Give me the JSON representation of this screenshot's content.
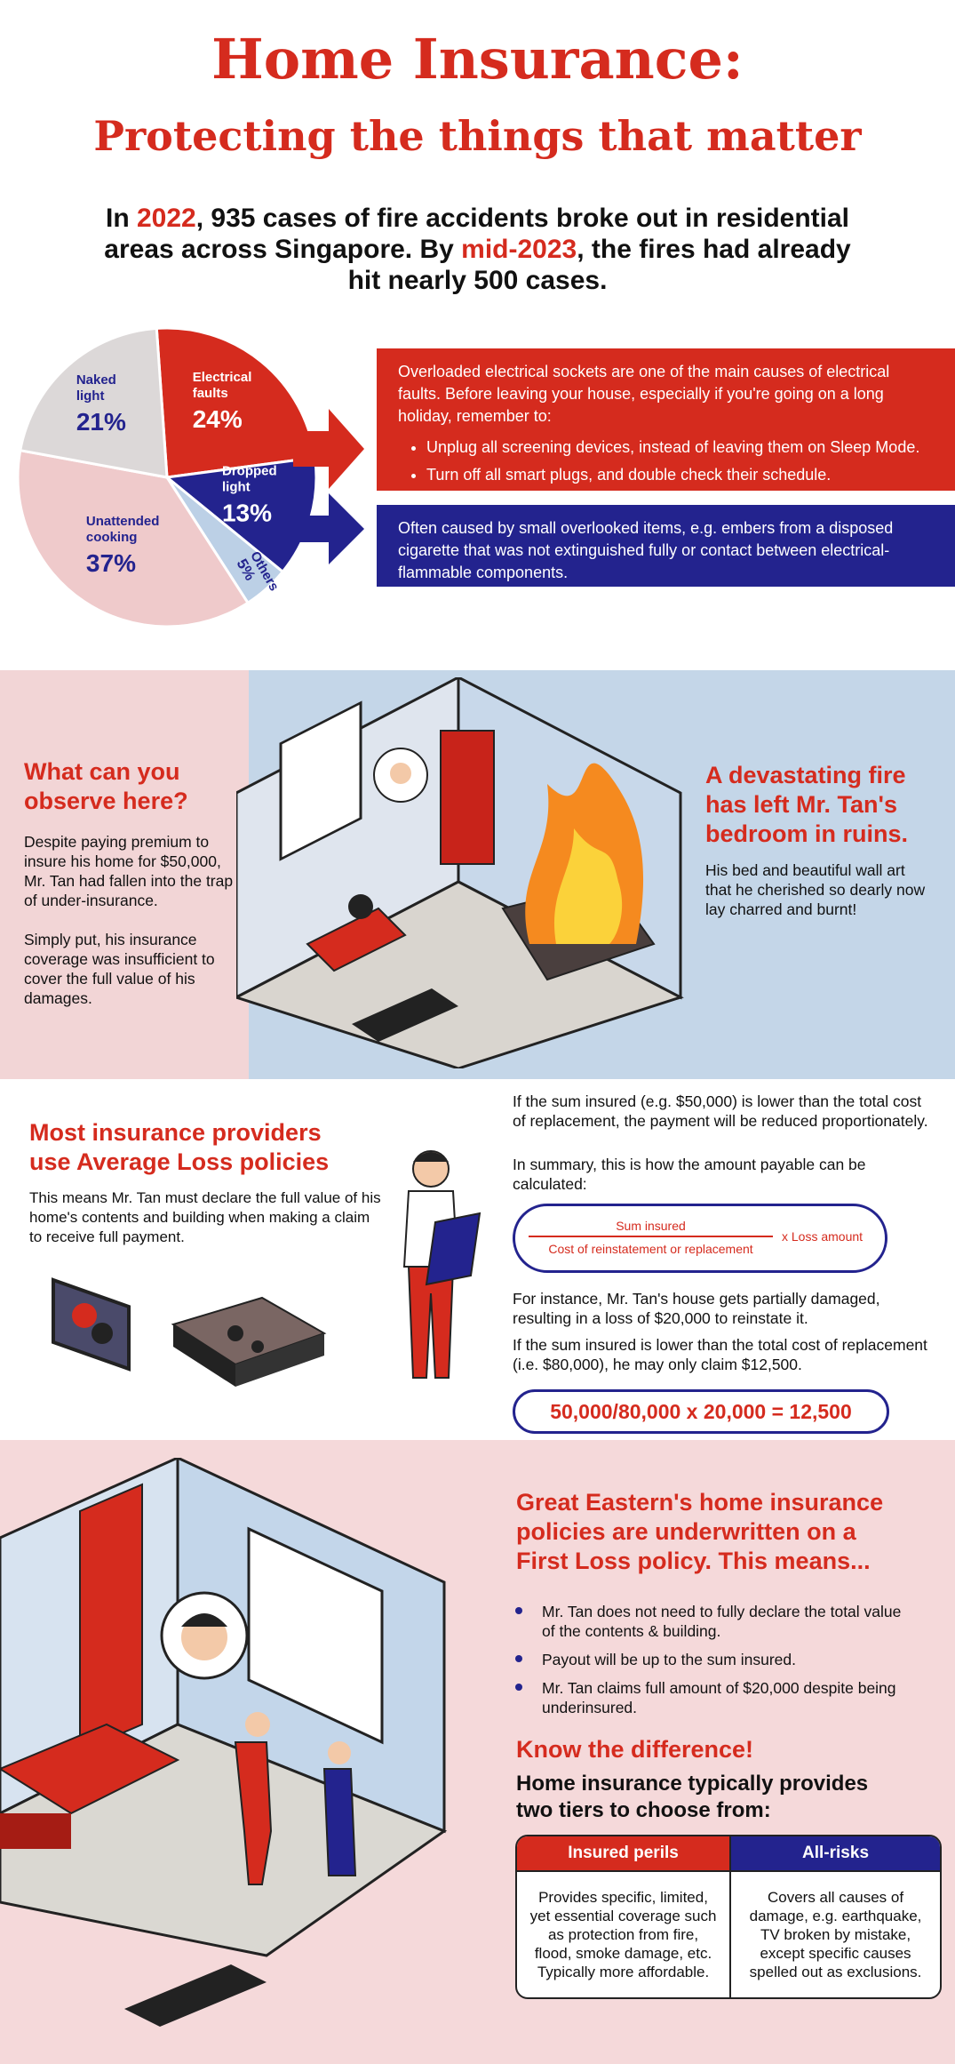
{
  "header": {
    "title_line1": "Home Insurance:",
    "title_line2": "Protecting the things that matter"
  },
  "intro": {
    "p1": "In ",
    "year": "2022",
    "p2": ", 935 cases of fire accidents broke out in residential areas across Singapore. By ",
    "mid": "mid-2023",
    "p3": ", the fires had already hit nearly 500 cases."
  },
  "chart_data": {
    "type": "pie",
    "title": "",
    "slices": [
      {
        "label": "Electrical faults",
        "value": 24,
        "display": "24%",
        "color": "#d52b1e",
        "text": "#ffffff"
      },
      {
        "label": "Dropped light",
        "value": 13,
        "display": "13%",
        "color": "#23238e",
        "text": "#ffffff"
      },
      {
        "label": "Others",
        "value": 5,
        "display": "5%",
        "color": "#bcd0e6",
        "text": "#23238e"
      },
      {
        "label": "Unattended cooking",
        "value": 37,
        "display": "37%",
        "color": "#efcacb",
        "text": "#23238e"
      },
      {
        "label": "Naked light",
        "value": 21,
        "display": "21%",
        "color": "#dcd8d8",
        "text": "#23238e"
      }
    ]
  },
  "callouts": {
    "electrical": {
      "text": "Overloaded electrical sockets are one of the main causes of electrical faults. Before leaving your house, especially if you're going on a long holiday, remember to:",
      "bullets": [
        "Unplug all screening devices, instead of leaving them on Sleep Mode.",
        "Turn off all smart plugs, and double check their schedule."
      ]
    },
    "dropped": {
      "text": "Often caused by small overlooked items, e.g. embers from a disposed cigarette that was not extinguished fully or contact between electrical-flammable components."
    }
  },
  "observe": {
    "heading": "What can  you observe here?",
    "p1": "Despite paying premium to insure his home for $50,000, Mr. Tan had fallen into the trap of under-insurance.",
    "p2": "Simply put, his insurance coverage was insufficient to cover the full value of his damages."
  },
  "fire": {
    "heading": "A devastating fire has left Mr. Tan's bedroom in ruins.",
    "p": "His bed and beautiful wall art that he cherished so dearly now lay charred and burnt!"
  },
  "average": {
    "heading": "Most insurance providers use Average Loss policies",
    "p": "This means Mr. Tan must declare the full value of his home's contents and building when making a claim to receive full payment.",
    "r1": "If the sum insured (e.g. $50,000) is lower than the total cost of replacement, the payment will be reduced proportionately.",
    "r2": "In summary, this is how the amount payable can be calculated:",
    "numerator": "Sum insured",
    "denominator": "Cost of reinstatement or replacement",
    "multiplier": "x Loss amount",
    "r3": "For instance, Mr. Tan's house gets partially damaged, resulting in a loss of $20,000 to reinstate it.",
    "r4": "If the sum insured is lower than the total cost of replacement (i.e. $80,000), he may only claim $12,500.",
    "result": "50,000/80,000 x 20,000 = 12,500"
  },
  "firstloss": {
    "heading": "Great Eastern's home insurance policies are underwritten on a First Loss policy. This means...",
    "bullets": [
      "Mr. Tan does not need to fully declare the total value of the contents & building.",
      "Payout will be up to the sum insured.",
      "Mr. Tan claims full amount of $20,000 despite being underinsured."
    ],
    "know": "Know the difference!",
    "tiers": "Home insurance typically provides two tiers to choose from:",
    "table": {
      "headers": [
        "Insured perils",
        "All-risks"
      ],
      "cells": [
        "Provides specific, limited, yet essential coverage such as protection from fire, flood, smoke damage, etc. Typically more affordable.",
        "Covers all causes of damage, e.g. earthquake, TV broken by mistake, except specific causes spelled out as exclusions."
      ]
    }
  }
}
